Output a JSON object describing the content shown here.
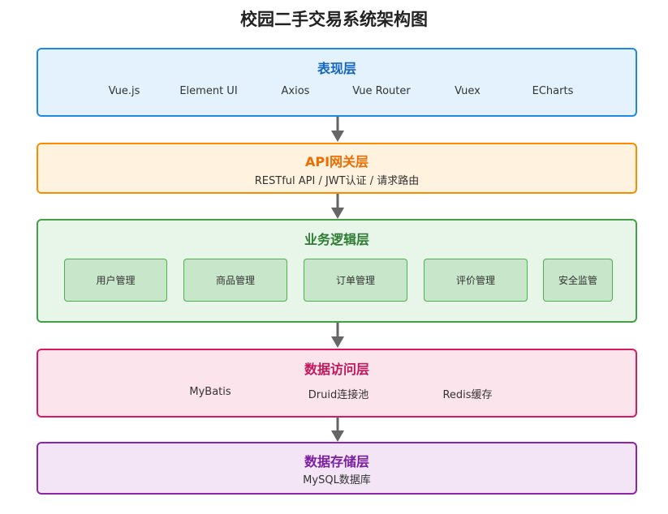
{
  "title": "校园二手交易系统架构图",
  "layers": {
    "presentation": {
      "title": "表现层",
      "items": [
        "Vue.js",
        "Element UI",
        "Axios",
        "Vue Router",
        "Vuex",
        "ECharts"
      ],
      "color": "#1e88e5"
    },
    "gateway": {
      "title": "API网关层",
      "subtitle": "RESTful API / JWT认证 / 请求路由",
      "color": "#fb8c00"
    },
    "business": {
      "title": "业务逻辑层",
      "modules": [
        "用户管理",
        "商品管理",
        "订单管理",
        "评价管理",
        "安全监管"
      ],
      "color": "#43a047"
    },
    "data_access": {
      "title": "数据访问层",
      "items": [
        "MyBatis",
        "Druid连接池",
        "Redis缓存"
      ],
      "color": "#d81b60"
    },
    "storage": {
      "title": "数据存储层",
      "subtitle": "MySQL数据库",
      "color": "#8e24aa"
    }
  },
  "arrow_color": "#666666"
}
